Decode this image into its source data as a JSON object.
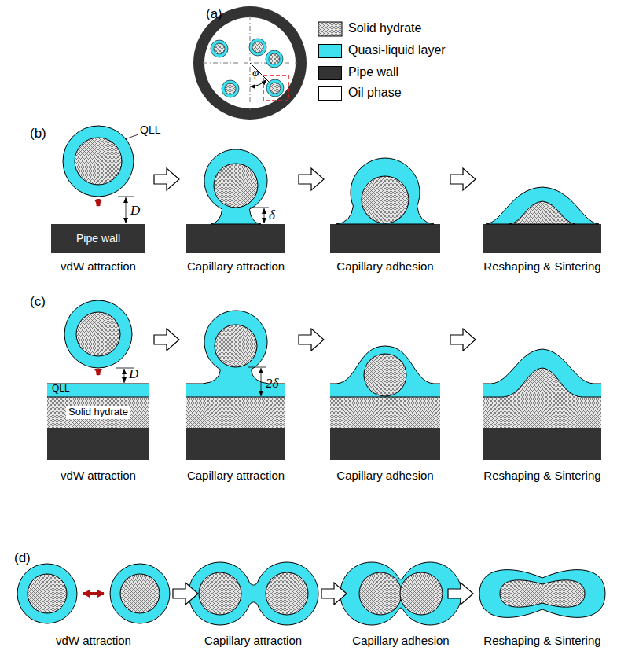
{
  "diagram": {
    "labels": [
      "(a)",
      "φ",
      "(b)",
      "QLL",
      "D",
      "Pipe wall",
      "δ",
      "vdW attraction",
      "Capillary attraction",
      "Capillary adhesion",
      "Reshaping & Sintering",
      "(c)",
      "QLL",
      "Solid hydrate",
      "D",
      "2δ",
      "vdW attraction",
      "Capillary attraction",
      "Capillary  adhesion",
      "Reshaping & Sintering",
      "(d)",
      "vdW attraction",
      "Capillary attraction",
      "Capillary adhesion",
      "Reshaping & Sintering"
    ],
    "legend": [
      {
        "text": "Solid hydrate"
      },
      {
        "text": "Quasi-liquid layer",
        "color": "#3fe0ef"
      },
      {
        "text": "Pipe wall",
        "color": "#333333"
      },
      {
        "text": "Oil phase",
        "color": "#ffffff"
      }
    ]
  }
}
